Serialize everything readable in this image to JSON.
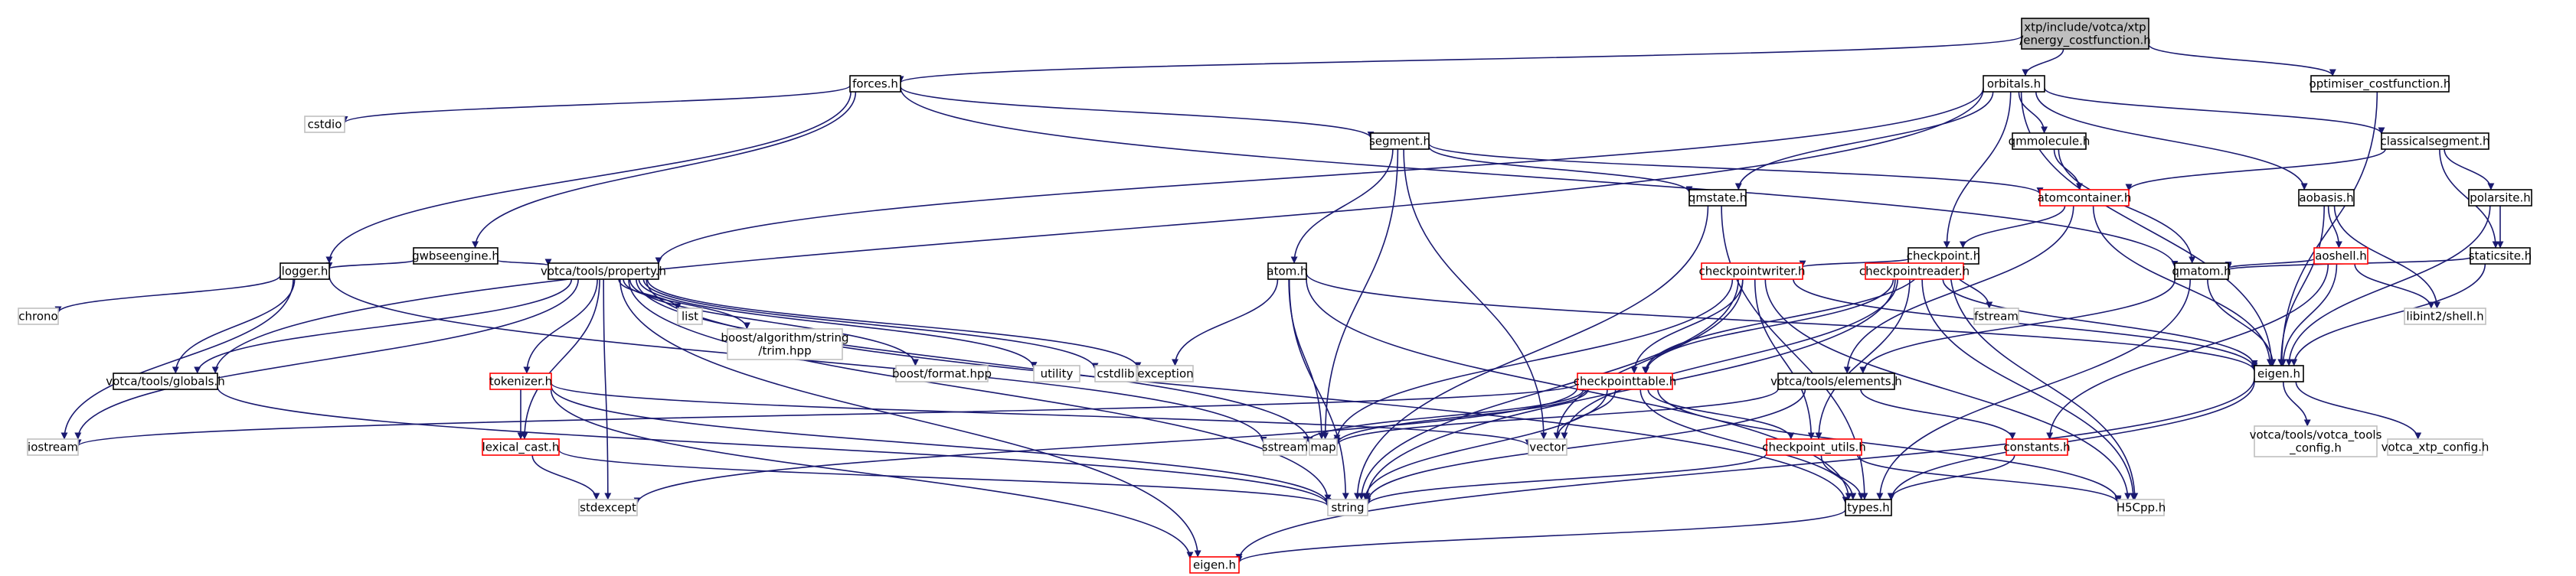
{
  "colors": {
    "edge": "#191970",
    "root_fill": "#bfbfbf",
    "root_border": "#000000",
    "normal_border": "#000000",
    "truncated_border": "#ff0000",
    "system_border": "#bfbfbf",
    "text": "#000000",
    "background": "#ffffff"
  },
  "nodes": [
    {
      "id": "root",
      "lines": [
        "xtp/include/votca/xtp",
        "/energy_costfunction.h"
      ],
      "kind": "root"
    },
    {
      "id": "forces",
      "lines": [
        "forces.h"
      ],
      "kind": "normal"
    },
    {
      "id": "orbitals",
      "lines": [
        "orbitals.h"
      ],
      "kind": "normal"
    },
    {
      "id": "optimiser",
      "lines": [
        "optimiser_costfunction.h"
      ],
      "kind": "normal"
    },
    {
      "id": "cstdio",
      "lines": [
        "cstdio"
      ],
      "kind": "system"
    },
    {
      "id": "segment",
      "lines": [
        "segment.h"
      ],
      "kind": "normal"
    },
    {
      "id": "gwbse",
      "lines": [
        "gwbseengine.h"
      ],
      "kind": "normal"
    },
    {
      "id": "logger",
      "lines": [
        "logger.h"
      ],
      "kind": "normal"
    },
    {
      "id": "qmmolecule",
      "lines": [
        "qmmolecule.h"
      ],
      "kind": "normal"
    },
    {
      "id": "classicalsegment",
      "lines": [
        "classicalsegment.h"
      ],
      "kind": "normal"
    },
    {
      "id": "atomcontainer",
      "lines": [
        "atomcontainer.h"
      ],
      "kind": "truncated"
    },
    {
      "id": "qmstate",
      "lines": [
        "qmstate.h"
      ],
      "kind": "normal"
    },
    {
      "id": "aobasis",
      "lines": [
        "aobasis.h"
      ],
      "kind": "normal"
    },
    {
      "id": "polarsite",
      "lines": [
        "polarsite.h"
      ],
      "kind": "normal"
    },
    {
      "id": "checkpoint",
      "lines": [
        "checkpoint.h"
      ],
      "kind": "normal"
    },
    {
      "id": "aoshell",
      "lines": [
        "aoshell.h"
      ],
      "kind": "truncated"
    },
    {
      "id": "staticsite",
      "lines": [
        "staticsite.h"
      ],
      "kind": "normal"
    },
    {
      "id": "property",
      "lines": [
        "votca/tools/property.h"
      ],
      "kind": "normal"
    },
    {
      "id": "atom",
      "lines": [
        "atom.h"
      ],
      "kind": "normal"
    },
    {
      "id": "cpwriter",
      "lines": [
        "checkpointwriter.h"
      ],
      "kind": "truncated"
    },
    {
      "id": "cpreader",
      "lines": [
        "checkpointreader.h"
      ],
      "kind": "truncated"
    },
    {
      "id": "fstream",
      "lines": [
        "fstream"
      ],
      "kind": "system"
    },
    {
      "id": "qmatom",
      "lines": [
        "qmatom.h"
      ],
      "kind": "normal"
    },
    {
      "id": "libint2",
      "lines": [
        "libint2/shell.h"
      ],
      "kind": "system"
    },
    {
      "id": "chrono",
      "lines": [
        "chrono"
      ],
      "kind": "system"
    },
    {
      "id": "globals",
      "lines": [
        "votca/tools/globals.h"
      ],
      "kind": "normal"
    },
    {
      "id": "tokenizer",
      "lines": [
        "tokenizer.h"
      ],
      "kind": "truncated"
    },
    {
      "id": "list",
      "lines": [
        "list"
      ],
      "kind": "system"
    },
    {
      "id": "boosttrim",
      "lines": [
        "boost/algorithm/string",
        "/trim.hpp"
      ],
      "kind": "system"
    },
    {
      "id": "boostformat",
      "lines": [
        "boost/format.hpp"
      ],
      "kind": "system"
    },
    {
      "id": "utility",
      "lines": [
        "utility"
      ],
      "kind": "system"
    },
    {
      "id": "cstdlib",
      "lines": [
        "cstdlib"
      ],
      "kind": "system"
    },
    {
      "id": "exception",
      "lines": [
        "exception"
      ],
      "kind": "system"
    },
    {
      "id": "eigenmain",
      "lines": [
        "eigen.h"
      ],
      "kind": "normal"
    },
    {
      "id": "cptable",
      "lines": [
        "checkpointtable.h"
      ],
      "kind": "truncated"
    },
    {
      "id": "elements",
      "lines": [
        "votca/tools/elements.h"
      ],
      "kind": "normal"
    },
    {
      "id": "iostream",
      "lines": [
        "iostream"
      ],
      "kind": "system"
    },
    {
      "id": "lexicalcast",
      "lines": [
        "lexical_cast.h"
      ],
      "kind": "truncated"
    },
    {
      "id": "sstream",
      "lines": [
        "sstream"
      ],
      "kind": "system"
    },
    {
      "id": "map",
      "lines": [
        "map"
      ],
      "kind": "system"
    },
    {
      "id": "vector",
      "lines": [
        "vector"
      ],
      "kind": "system"
    },
    {
      "id": "cputils",
      "lines": [
        "checkpoint_utils.h"
      ],
      "kind": "truncated"
    },
    {
      "id": "constants",
      "lines": [
        "constants.h"
      ],
      "kind": "truncated"
    },
    {
      "id": "toolsconfig",
      "lines": [
        "votca/tools/votca_tools",
        "_config.h"
      ],
      "kind": "system"
    },
    {
      "id": "xtpconfig",
      "lines": [
        "votca_xtp_config.h"
      ],
      "kind": "system"
    },
    {
      "id": "stdexcept",
      "lines": [
        "stdexcept"
      ],
      "kind": "system"
    },
    {
      "id": "string",
      "lines": [
        "string"
      ],
      "kind": "system"
    },
    {
      "id": "types",
      "lines": [
        "types.h"
      ],
      "kind": "normal"
    },
    {
      "id": "h5cpp",
      "lines": [
        "H5Cpp.h"
      ],
      "kind": "system"
    },
    {
      "id": "eigenbottom",
      "lines": [
        "eigen.h"
      ],
      "kind": "truncated"
    }
  ],
  "edges": [
    [
      "root",
      "forces"
    ],
    [
      "root",
      "orbitals"
    ],
    [
      "root",
      "optimiser"
    ],
    [
      "forces",
      "cstdio"
    ],
    [
      "forces",
      "segment"
    ],
    [
      "forces",
      "gwbse"
    ],
    [
      "forces",
      "logger"
    ],
    [
      "forces",
      "qmatom"
    ],
    [
      "orbitals",
      "qmmolecule"
    ],
    [
      "orbitals",
      "classicalsegment"
    ],
    [
      "orbitals",
      "aobasis"
    ],
    [
      "orbitals",
      "checkpoint"
    ],
    [
      "orbitals",
      "qmstate"
    ],
    [
      "orbitals",
      "property"
    ],
    [
      "orbitals",
      "globals"
    ],
    [
      "orbitals",
      "eigenmain"
    ],
    [
      "optimiser",
      "eigenmain"
    ],
    [
      "segment",
      "atomcontainer"
    ],
    [
      "segment",
      "qmstate"
    ],
    [
      "segment",
      "atom"
    ],
    [
      "segment",
      "vector"
    ],
    [
      "segment",
      "map"
    ],
    [
      "gwbse",
      "logger"
    ],
    [
      "gwbse",
      "property"
    ],
    [
      "logger",
      "chrono"
    ],
    [
      "logger",
      "iostream"
    ],
    [
      "logger",
      "sstream"
    ],
    [
      "logger",
      "globals"
    ],
    [
      "qmmolecule",
      "atomcontainer"
    ],
    [
      "qmmolecule",
      "qmatom"
    ],
    [
      "classicalsegment",
      "atomcontainer"
    ],
    [
      "classicalsegment",
      "polarsite"
    ],
    [
      "classicalsegment",
      "staticsite"
    ],
    [
      "atomcontainer",
      "checkpoint"
    ],
    [
      "atomcontainer",
      "elements"
    ],
    [
      "atomcontainer",
      "eigenmain"
    ],
    [
      "qmstate",
      "string"
    ],
    [
      "qmstate",
      "types"
    ],
    [
      "aobasis",
      "aoshell"
    ],
    [
      "aobasis",
      "libint2"
    ],
    [
      "aobasis",
      "eigenmain"
    ],
    [
      "polarsite",
      "staticsite"
    ],
    [
      "polarsite",
      "eigenmain"
    ],
    [
      "checkpoint",
      "cpwriter"
    ],
    [
      "checkpoint",
      "cpreader"
    ],
    [
      "checkpoint",
      "fstream"
    ],
    [
      "checkpoint",
      "cptable"
    ],
    [
      "checkpoint",
      "h5cpp"
    ],
    [
      "aoshell",
      "qmatom"
    ],
    [
      "aoshell",
      "eigenmain"
    ],
    [
      "aoshell",
      "constants"
    ],
    [
      "aoshell",
      "libint2"
    ],
    [
      "staticsite",
      "qmatom"
    ],
    [
      "staticsite",
      "eigenmain"
    ],
    [
      "property",
      "tokenizer"
    ],
    [
      "property",
      "list"
    ],
    [
      "property",
      "boosttrim"
    ],
    [
      "property",
      "boostformat"
    ],
    [
      "property",
      "utility"
    ],
    [
      "property",
      "cstdlib"
    ],
    [
      "property",
      "exception"
    ],
    [
      "property",
      "lexicalcast"
    ],
    [
      "property",
      "iostream"
    ],
    [
      "property",
      "map"
    ],
    [
      "property",
      "string"
    ],
    [
      "property",
      "stdexcept"
    ],
    [
      "property",
      "globals"
    ],
    [
      "property",
      "types"
    ],
    [
      "property",
      "eigenbottom"
    ],
    [
      "atom",
      "exception"
    ],
    [
      "atom",
      "map"
    ],
    [
      "atom",
      "string"
    ],
    [
      "atom",
      "types"
    ],
    [
      "atom",
      "eigenmain"
    ],
    [
      "cpwriter",
      "cptable"
    ],
    [
      "cpwriter",
      "cputils"
    ],
    [
      "cpwriter",
      "map"
    ],
    [
      "cpwriter",
      "string"
    ],
    [
      "cpwriter",
      "vector"
    ],
    [
      "cpwriter",
      "eigenmain"
    ],
    [
      "cpwriter",
      "h5cpp"
    ],
    [
      "cpreader",
      "cptable"
    ],
    [
      "cpreader",
      "cputils"
    ],
    [
      "cpreader",
      "string"
    ],
    [
      "cpreader",
      "vector"
    ],
    [
      "cpreader",
      "eigenmain"
    ],
    [
      "cpreader",
      "h5cpp"
    ],
    [
      "qmatom",
      "eigenmain"
    ],
    [
      "qmatom",
      "elements"
    ],
    [
      "qmatom",
      "types"
    ],
    [
      "globals",
      "string"
    ],
    [
      "tokenizer",
      "lexicalcast"
    ],
    [
      "tokenizer",
      "string"
    ],
    [
      "tokenizer",
      "vector"
    ],
    [
      "tokenizer",
      "eigenbottom"
    ],
    [
      "eigenmain",
      "types"
    ],
    [
      "eigenmain",
      "toolsconfig"
    ],
    [
      "eigenmain",
      "xtpconfig"
    ],
    [
      "eigenmain",
      "eigenbottom"
    ],
    [
      "cptable",
      "cputils"
    ],
    [
      "cptable",
      "iostream"
    ],
    [
      "cptable",
      "map"
    ],
    [
      "cptable",
      "vector"
    ],
    [
      "cptable",
      "sstream"
    ],
    [
      "cptable",
      "stdexcept"
    ],
    [
      "cptable",
      "string"
    ],
    [
      "cptable",
      "types"
    ],
    [
      "cptable",
      "h5cpp"
    ],
    [
      "elements",
      "map"
    ],
    [
      "elements",
      "string"
    ],
    [
      "elements",
      "constants"
    ],
    [
      "lexicalcast",
      "stdexcept"
    ],
    [
      "lexicalcast",
      "string"
    ],
    [
      "cputils",
      "types"
    ],
    [
      "cputils",
      "string"
    ],
    [
      "cputils",
      "h5cpp"
    ],
    [
      "constants",
      "types"
    ],
    [
      "types",
      "eigenbottom"
    ]
  ]
}
